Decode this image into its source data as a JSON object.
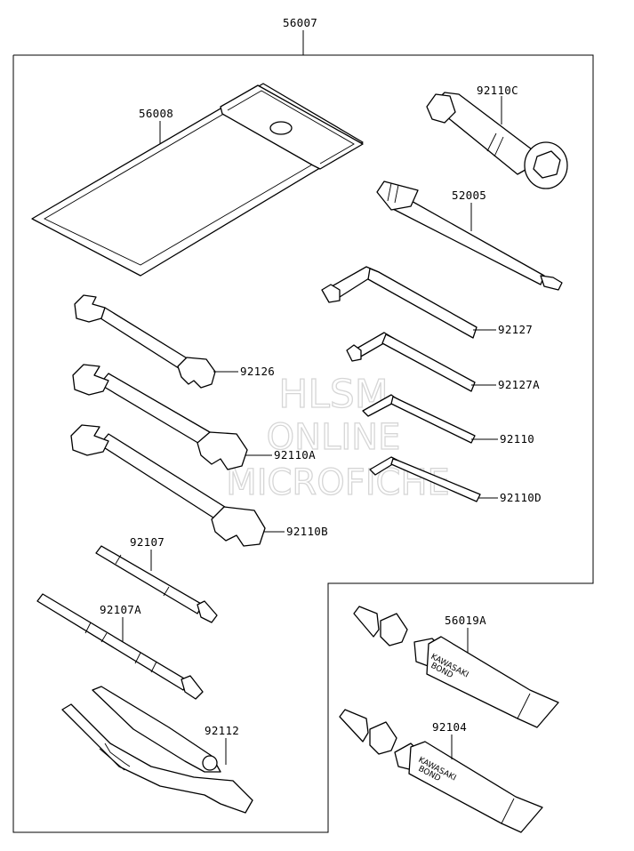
{
  "diagram": {
    "assembly_number": "56007",
    "parts": [
      {
        "id": "p56008",
        "number": "56008"
      },
      {
        "id": "p92110C",
        "number": "92110C"
      },
      {
        "id": "p52005",
        "number": "52005"
      },
      {
        "id": "p92127",
        "number": "92127"
      },
      {
        "id": "p92127A",
        "number": "92127A"
      },
      {
        "id": "p92110",
        "number": "92110"
      },
      {
        "id": "p92110D",
        "number": "92110D"
      },
      {
        "id": "p92126",
        "number": "92126"
      },
      {
        "id": "p92110A",
        "number": "92110A"
      },
      {
        "id": "p92110B",
        "number": "92110B"
      },
      {
        "id": "p92107",
        "number": "92107"
      },
      {
        "id": "p92107A",
        "number": "92107A"
      },
      {
        "id": "p92112",
        "number": "92112"
      },
      {
        "id": "p56019A",
        "number": "56019A"
      },
      {
        "id": "p92104",
        "number": "92104"
      }
    ],
    "tube_print": {
      "brand": "KAWASAKI",
      "product": "BOND"
    }
  },
  "watermark": {
    "line1": "HLSM",
    "line2": "ONLINE",
    "line3": "MICROFICHE"
  },
  "colors": {
    "ink": "#000000",
    "paper": "#ffffff",
    "watermark": "#d6d6d6"
  }
}
